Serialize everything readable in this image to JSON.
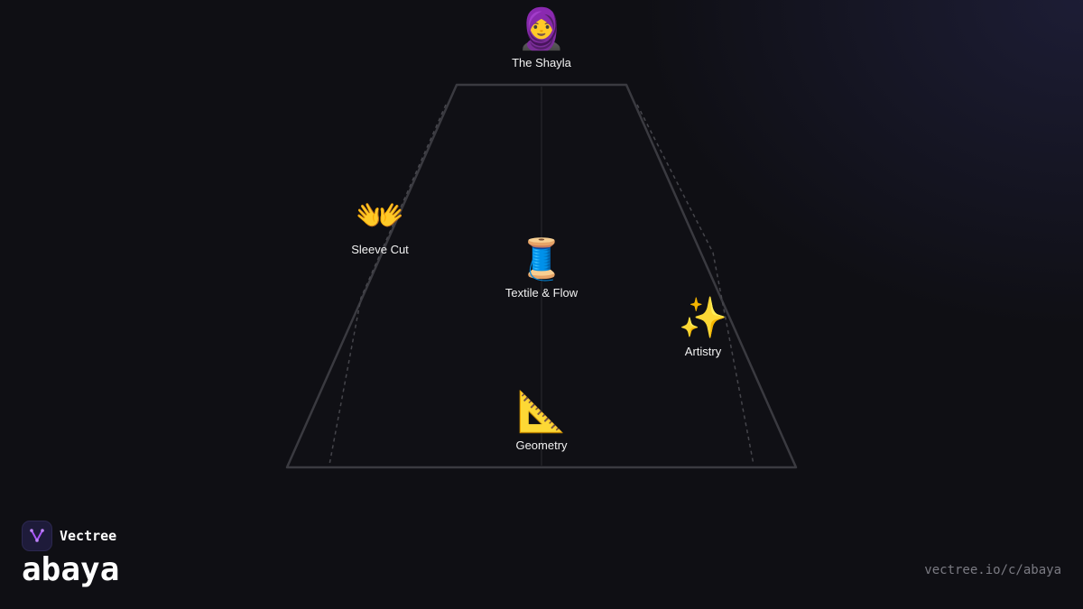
{
  "diagram": {
    "nodes": {
      "top": {
        "icon": "🧕",
        "icon_name": "woman-with-headscarf-icon",
        "label": "The Shayla"
      },
      "left": {
        "icon": "👐",
        "icon_name": "open-hands-icon",
        "label": "Sleeve Cut"
      },
      "center": {
        "icon": "🧵",
        "icon_name": "thread-spool-icon",
        "label": "Textile & Flow"
      },
      "right": {
        "icon": "✨",
        "icon_name": "sparkles-icon",
        "label": "Artistry"
      },
      "bottom": {
        "icon": "📐",
        "icon_name": "triangular-ruler-icon",
        "label": "Geometry"
      }
    },
    "colors": {
      "outline": "#3a3a40",
      "background": "#0f0f14",
      "logo_accent": "#a855f7"
    }
  },
  "brand": {
    "name": "Vectree",
    "logo_icon": "vectree-logo-icon"
  },
  "page": {
    "title": "abaya",
    "url": "vectree.io/c/abaya"
  }
}
